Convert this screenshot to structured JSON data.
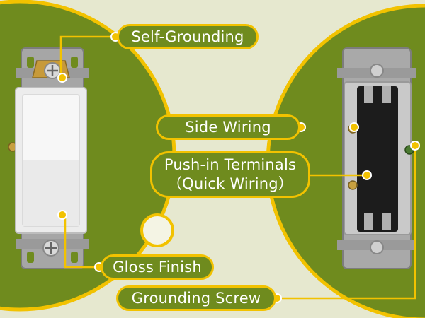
{
  "callouts": {
    "self_grounding": "Self-Grounding",
    "side_wiring": "Side Wiring",
    "push_in_line1": "Push-in Terminals",
    "push_in_line2": "（Quick Wiring）",
    "gloss_finish": "Gloss Finish",
    "grounding_screw": "Grounding Screw"
  },
  "colors": {
    "background": "#e6e8cf",
    "panel_green": "#6f8b1e",
    "accent_yellow": "#f2c200",
    "switch_white": "#f7f7f7",
    "relay_black": "#1c1c1c"
  }
}
